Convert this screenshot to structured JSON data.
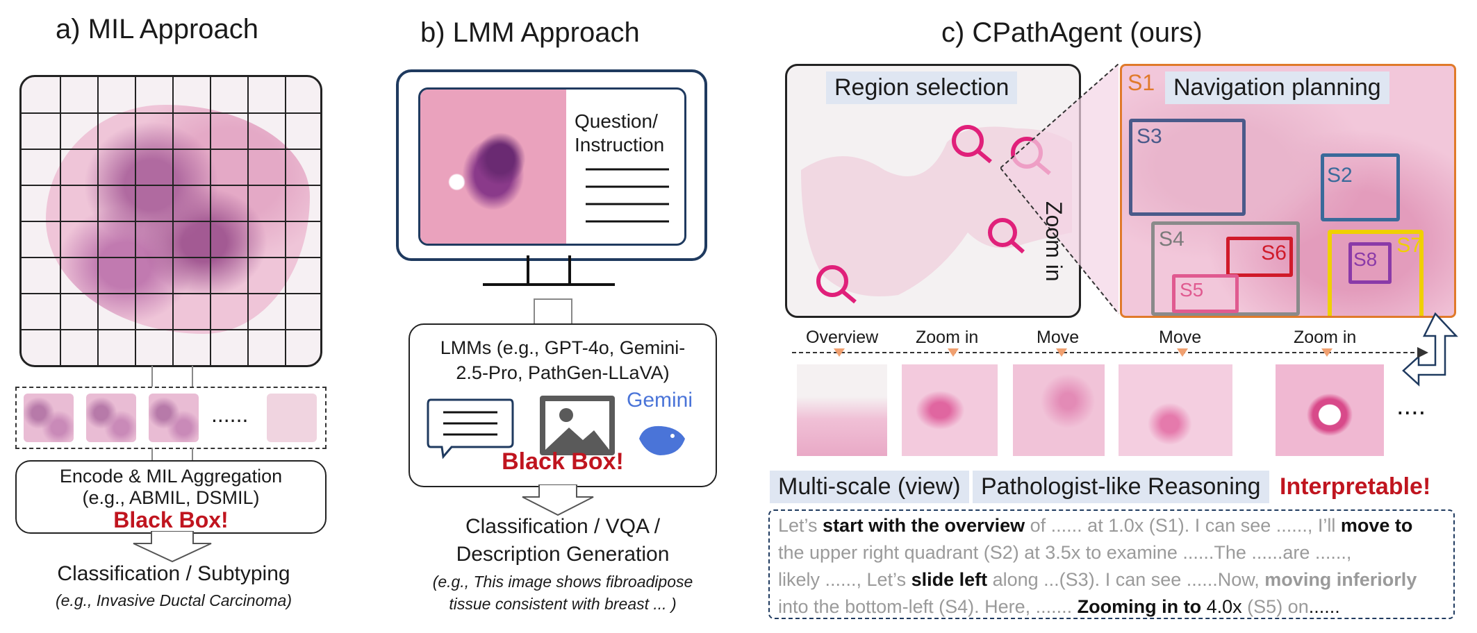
{
  "panel_a": {
    "title": "a) MIL Approach",
    "ellipsis": "......",
    "encode_title": "Encode & MIL Aggregation",
    "encode_examples": "(e.g., ABMIL, DSMIL)",
    "black_box": "Black Box!",
    "output": "Classification / Subtyping",
    "output_example": "(e.g., Invasive Ductal Carcinoma)"
  },
  "panel_b": {
    "title": "b) LMM Approach",
    "question_line1": "Question/",
    "question_line2": "Instruction",
    "lmm_line1": "LMMs (e.g., GPT-4o, Gemini-",
    "lmm_line2": "2.5-Pro, PathGen-LLaVA)",
    "gemini_logo": "Gemini",
    "black_box": "Black Box!",
    "output_line1": "Classification / VQA /",
    "output_line2": "Description Generation",
    "example_line1": "(e.g., This image shows fibroadipose",
    "example_line2": "tissue consistent with breast  ... )"
  },
  "panel_c": {
    "title": "c) CPathAgent (ours)",
    "region_selection": "Region selection",
    "zoom_in_vertical": "Zoom in",
    "s1": "S1",
    "navigation_planning": "Navigation planning",
    "regions": [
      "S3",
      "S2",
      "S4",
      "S6",
      "S8",
      "S7",
      "S5"
    ],
    "steps": [
      "Overview",
      "Zoom in",
      "Move",
      "Move",
      "Zoom in"
    ],
    "more": "....",
    "multiscale": "Multi-scale (view)",
    "reasoning": "Pathologist-like Reasoning",
    "interpretable": "Interpretable!",
    "reasoning_text": [
      [
        [
          "g",
          "Let’s "
        ],
        [
          "b",
          "start with the overview"
        ],
        [
          "g",
          " of ...... at 1.0x (S1). I can see ......, I’ll "
        ],
        [
          "b",
          "move to"
        ]
      ],
      [
        [
          "g",
          "the upper right quadrant (S2) at 3.5x to examine ......The ......are ......,"
        ]
      ],
      [
        [
          "g",
          "likely ......, Let’s "
        ],
        [
          "b",
          "slide left"
        ],
        [
          "g",
          " along ...(S3). I can see ......Now, "
        ],
        [
          "bg",
          "moving inferiorly"
        ]
      ],
      [
        [
          "g",
          "into the bottom-left (S4). Here, ....... "
        ],
        [
          "b",
          "Zooming in to"
        ],
        [
          "k",
          " 4.0x"
        ],
        [
          "g",
          " (S5) on"
        ],
        [
          "k",
          "......"
        ]
      ]
    ]
  },
  "colors": {
    "black_box_red": "#c0151f",
    "navigation_border": "#e07a2a",
    "magnifier_pink": "#e0207a",
    "s3": "#4a5a8a",
    "s2": "#3a6a9a",
    "s4": "#8a8a8a",
    "s6": "#d01a2a",
    "s8": "#8a3aa8",
    "s7": "#f0d000",
    "s5": "#e05a90"
  }
}
